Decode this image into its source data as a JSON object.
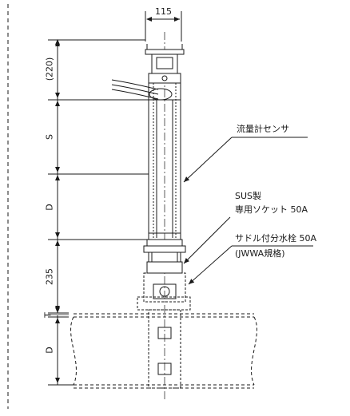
{
  "dimensions": {
    "top_width": "115",
    "head_height": "(220)",
    "sensor_length": "S",
    "pipe_d_upper": "D",
    "saddle_height": "235",
    "wall_thickness": "T",
    "pipe_d_lower": "D"
  },
  "callouts": {
    "flowmeter_sensor": "流量計センサ",
    "sus_line1": "SUS製",
    "sus_line2": "専用ソケット 50A",
    "saddle_line1": "サドル付分水栓 50A",
    "saddle_line2": "(JWWA規格)"
  },
  "colors": {
    "line": "#1a1a1a",
    "centerline": "#333333"
  }
}
